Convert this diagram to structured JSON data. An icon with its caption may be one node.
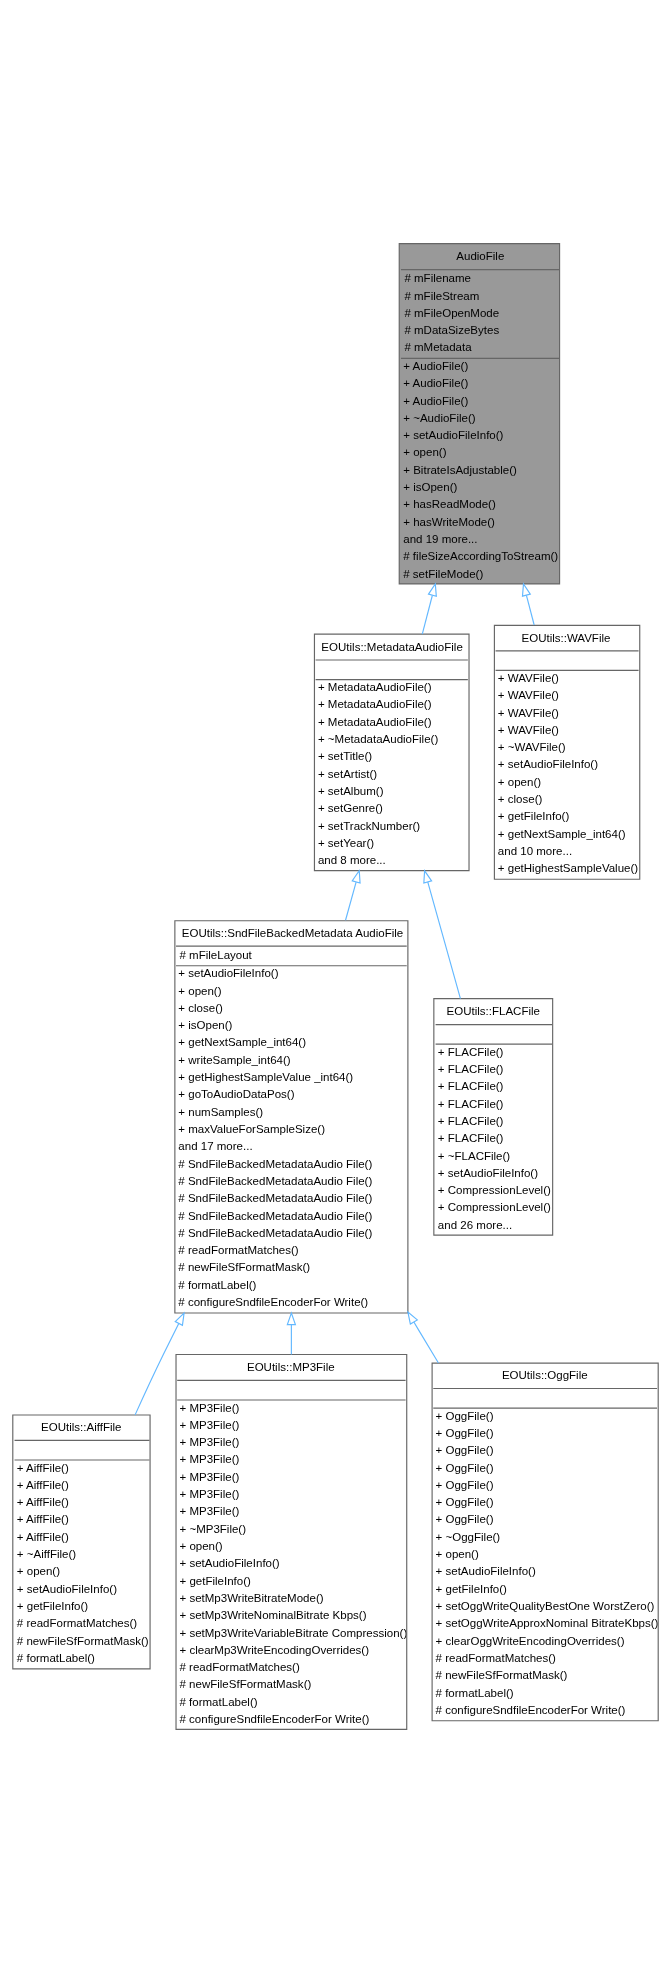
{
  "diagram": {
    "nodes": [
      {
        "text": [
          "AudioFile",
          "# mFilename",
          "# mFileStream",
          "# mFileOpenMode",
          "# mDataSizeBytes",
          "# mMetadata",
          "+ AudioFile()",
          "+ AudioFile()",
          "+ AudioFile()",
          "+ ~AudioFile()",
          "+ setAudioFileInfo()",
          "+ open()",
          "+ BitrateIsAdjustable()",
          "+ isOpen()",
          "+ hasReadMode()",
          "+ hasWriteMode()",
          "and 19 more...",
          "# fileSizeAccordingToStream()",
          "# setFileMode()"
        ]
      },
      {
        "text": [
          "EOUtils::MetadataAudioFile",
          "+ MetadataAudioFile()",
          "+ MetadataAudioFile()",
          "+ MetadataAudioFile()",
          "+ ~MetadataAudioFile()",
          "+ setTitle()",
          "+ setArtist()",
          "+ setAlbum()",
          "+ setGenre()",
          "+ setTrackNumber()",
          "+ setYear()",
          "and 8 more..."
        ]
      },
      {
        "text": [
          "EOUtils::WAVFile",
          "+ WAVFile()",
          "+ WAVFile()",
          "+ WAVFile()",
          "+ WAVFile()",
          "+ ~WAVFile()",
          "+ setAudioFileInfo()",
          "+ open()",
          "+ close()",
          "+ getFileInfo()",
          "+ getNextSample_int64()",
          "and 10 more...",
          "+ getHighestSampleValue()"
        ]
      },
      {
        "text": [
          "EOUtils::SndFileBackedMetadata AudioFile",
          "# mFileLayout",
          "+ setAudioFileInfo()",
          "+ open()",
          "+ close()",
          "+ isOpen()",
          "+ getNextSample_int64()",
          "+ writeSample_int64()",
          "+ getHighestSampleValue _int64()",
          "+ goToAudioDataPos()",
          "+ numSamples()",
          "+ maxValueForSampleSize()",
          "and 17 more...",
          "# SndFileBackedMetadataAudio File()",
          "# SndFileBackedMetadataAudio File()",
          "# SndFileBackedMetadataAudio File()",
          "# SndFileBackedMetadataAudio File()",
          "# SndFileBackedMetadataAudio File()",
          "# readFormatMatches()",
          "# newFileSfFormatMask()",
          "# formatLabel()",
          "# configureSndfileEncoderFor Write()"
        ]
      },
      {
        "text": [
          "EOUtils::FLACFile",
          "+ FLACFile()",
          "+ FLACFile()",
          "+ FLACFile()",
          "+ FLACFile()",
          "+ FLACFile()",
          "+ FLACFile()",
          "+ ~FLACFile()",
          "+ setAudioFileInfo()",
          "+ CompressionLevel()",
          "+ CompressionLevel()",
          "and 26 more..."
        ]
      },
      {
        "text": [
          "EOUtils::AiffFile",
          "+ AiffFile()",
          "+ AiffFile()",
          "+ AiffFile()",
          "+ AiffFile()",
          "+ AiffFile()",
          "+ ~AiffFile()",
          "+ open()",
          "+ setAudioFileInfo()",
          "+ getFileInfo()",
          "# readFormatMatches()",
          "# newFileSfFormatMask()",
          "# formatLabel()"
        ]
      },
      {
        "text": [
          "EOUtils::MP3File",
          "+ MP3File()",
          "+ MP3File()",
          "+ MP3File()",
          "+ MP3File()",
          "+ MP3File()",
          "+ MP3File()",
          "+ MP3File()",
          "+ ~MP3File()",
          "+ open()",
          "+ setAudioFileInfo()",
          "+ getFileInfo()",
          "+ setMp3WriteBitrateMode()",
          "+ setMp3WriteNominalBitrate Kbps()",
          "+ setMp3WriteVariableBitrate Compression()",
          "+ clearMp3WriteEncodingOverrides()",
          "# readFormatMatches()",
          "# newFileSfFormatMask()",
          "# formatLabel()",
          "# configureSndfileEncoderFor Write()"
        ]
      },
      {
        "text": [
          "EOUtils::OggFile",
          "+ OggFile()",
          "+ OggFile()",
          "+ OggFile()",
          "+ OggFile()",
          "+ OggFile()",
          "+ OggFile()",
          "+ OggFile()",
          "+ ~OggFile()",
          "+ open()",
          "+ setAudioFileInfo()",
          "+ getFileInfo()",
          "+ setOggWriteQualityBestOne WorstZero()",
          "+ setOggWriteApproxNominal BitrateKbps()",
          "+ clearOggWriteEncodingOverrides()",
          "# readFormatMatches()",
          "# newFileSfFormatMask()",
          "# formatLabel()",
          "# configureSndfileEncoderFor Write()"
        ]
      }
    ],
    "edges": [
      {
        "from": 1,
        "to": 0,
        "arrow": "to"
      },
      {
        "from": 2,
        "to": 0,
        "arrow": "to"
      },
      {
        "from": 3,
        "to": 1,
        "arrow": "to"
      },
      {
        "from": 4,
        "to": 1,
        "arrow": "to"
      },
      {
        "from": 5,
        "to": 3,
        "arrow": "to"
      },
      {
        "from": 6,
        "to": 3,
        "arrow": "to"
      },
      {
        "from": 7,
        "to": 3,
        "arrow": "to"
      }
    ]
  }
}
